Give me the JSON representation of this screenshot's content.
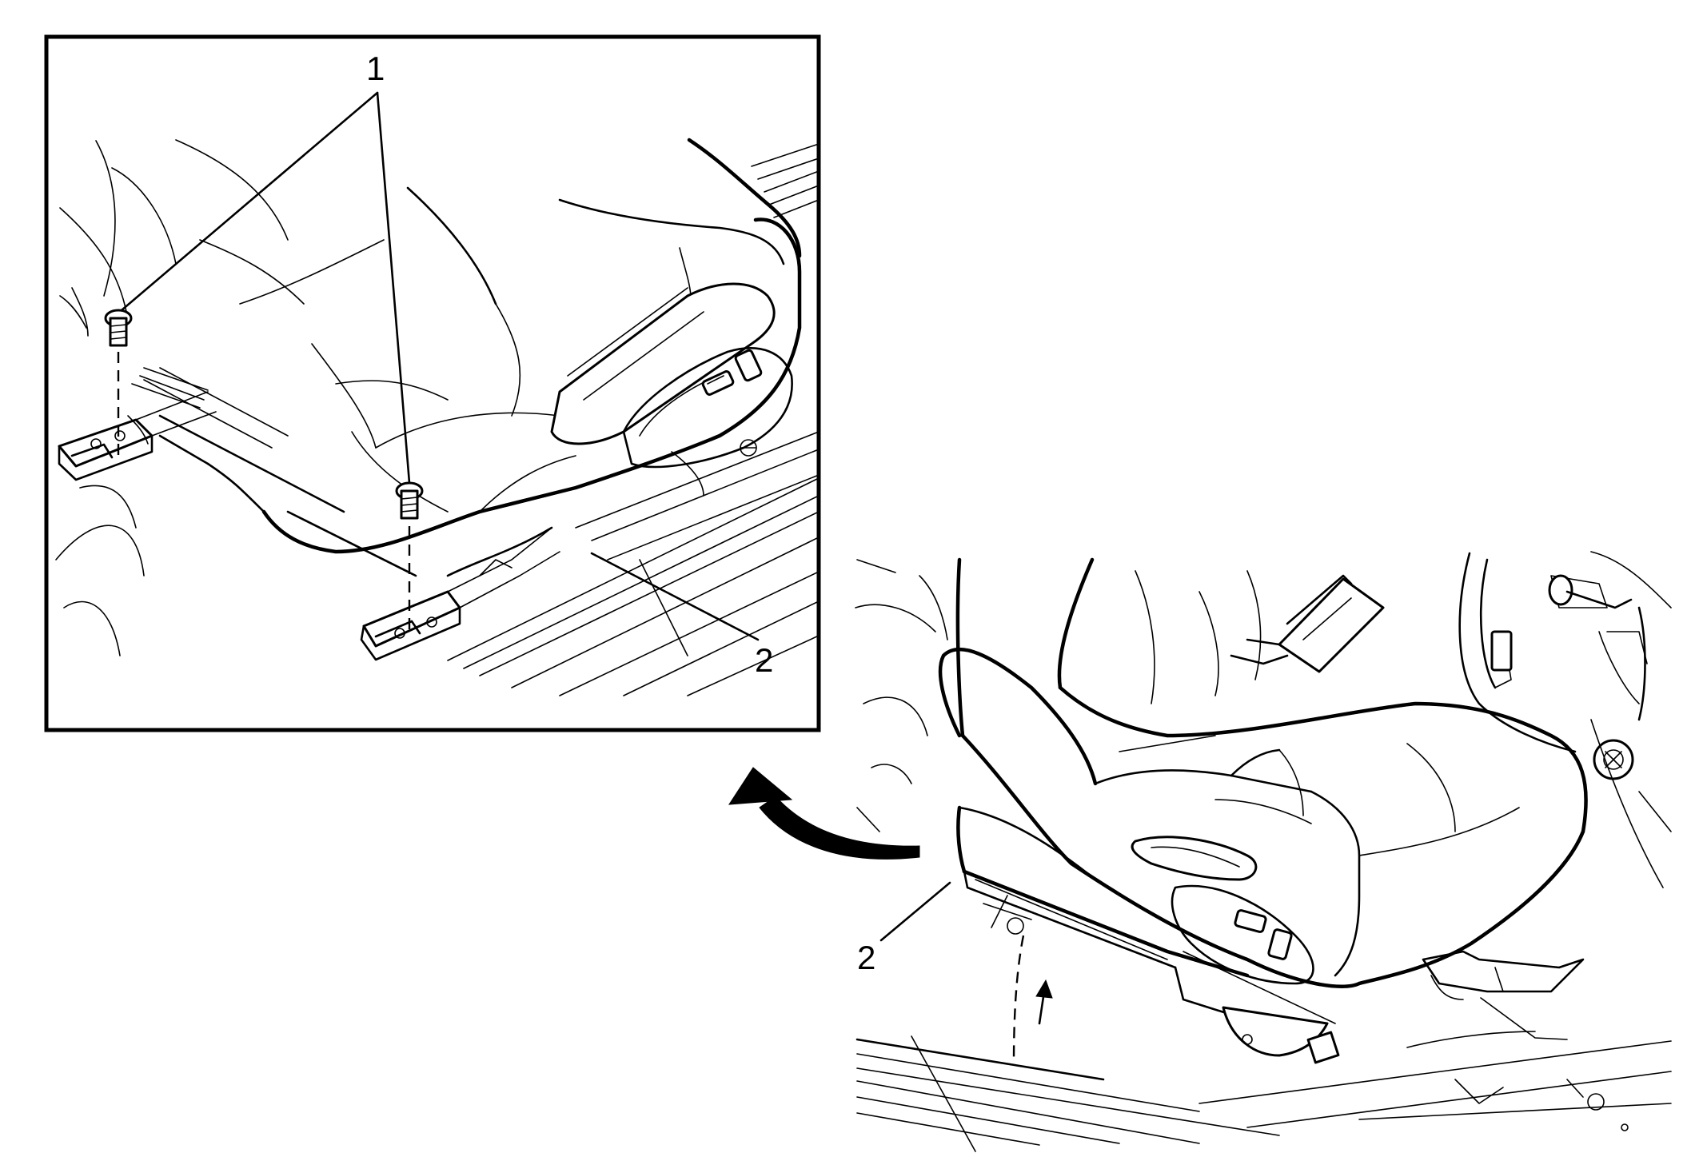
{
  "callouts": {
    "bolts": "1",
    "seat_inset": "2",
    "seat_main": "2"
  }
}
